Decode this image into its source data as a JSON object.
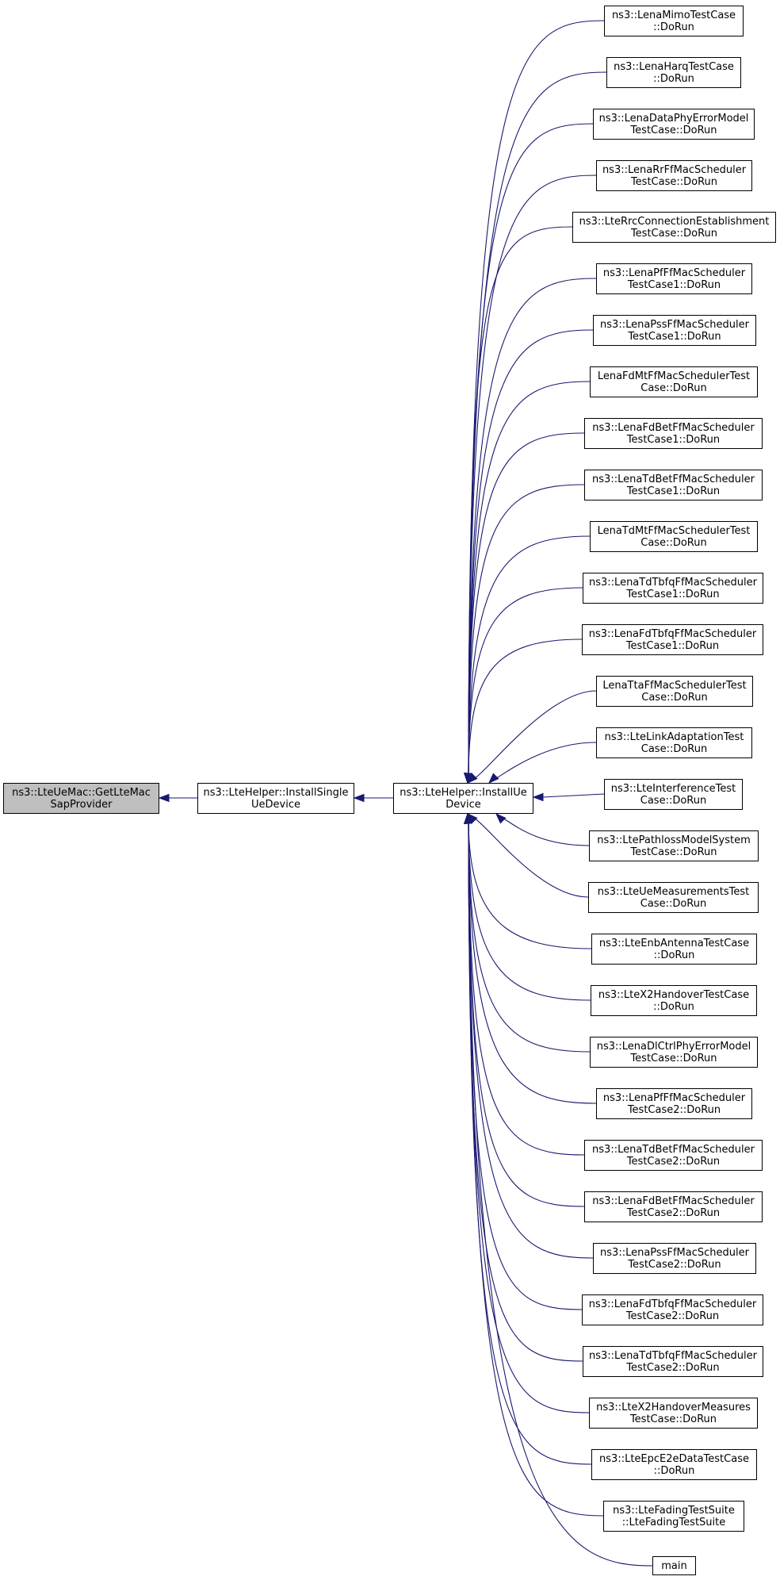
{
  "colors": {
    "edge": "#191970",
    "node_border": "#000000",
    "focus_fill": "#bfbfbf",
    "node_fill": "#ffffff"
  },
  "nodes": {
    "focus": "ns3::LteUeMac::GetLteMac\nSapProvider",
    "install_single": "ns3::LteHelper::InstallSingle\nUeDevice",
    "install_ue": "ns3::LteHelper::InstallUe\nDevice",
    "callers": [
      "ns3::LenaMimoTestCase\n::DoRun",
      "ns3::LenaHarqTestCase\n::DoRun",
      "ns3::LenaDataPhyErrorModel\nTestCase::DoRun",
      "ns3::LenaRrFfMacScheduler\nTestCase::DoRun",
      "ns3::LteRrcConnectionEstablishment\nTestCase::DoRun",
      "ns3::LenaPfFfMacScheduler\nTestCase1::DoRun",
      "ns3::LenaPssFfMacScheduler\nTestCase1::DoRun",
      "LenaFdMtFfMacSchedulerTest\nCase::DoRun",
      "ns3::LenaFdBetFfMacScheduler\nTestCase1::DoRun",
      "ns3::LenaTdBetFfMacScheduler\nTestCase1::DoRun",
      "LenaTdMtFfMacSchedulerTest\nCase::DoRun",
      "ns3::LenaTdTbfqFfMacScheduler\nTestCase1::DoRun",
      "ns3::LenaFdTbfqFfMacScheduler\nTestCase1::DoRun",
      "LenaTtaFfMacSchedulerTest\nCase::DoRun",
      "ns3::LteLinkAdaptationTest\nCase::DoRun",
      "ns3::LteInterferenceTest\nCase::DoRun",
      "ns3::LtePathlossModelSystem\nTestCase::DoRun",
      "ns3::LteUeMeasurementsTest\nCase::DoRun",
      "ns3::LteEnbAntennaTestCase\n::DoRun",
      "ns3::LteX2HandoverTestCase\n::DoRun",
      "ns3::LenaDlCtrlPhyErrorModel\nTestCase::DoRun",
      "ns3::LenaPfFfMacScheduler\nTestCase2::DoRun",
      "ns3::LenaTdBetFfMacScheduler\nTestCase2::DoRun",
      "ns3::LenaFdBetFfMacScheduler\nTestCase2::DoRun",
      "ns3::LenaPssFfMacScheduler\nTestCase2::DoRun",
      "ns3::LenaFdTbfqFfMacScheduler\nTestCase2::DoRun",
      "ns3::LenaTdTbfqFfMacScheduler\nTestCase2::DoRun",
      "ns3::LteX2HandoverMeasures\nTestCase::DoRun",
      "ns3::LteEpcE2eDataTestCase\n::DoRun",
      "ns3::LteFadingTestSuite\n::LteFadingTestSuite",
      "main"
    ]
  }
}
